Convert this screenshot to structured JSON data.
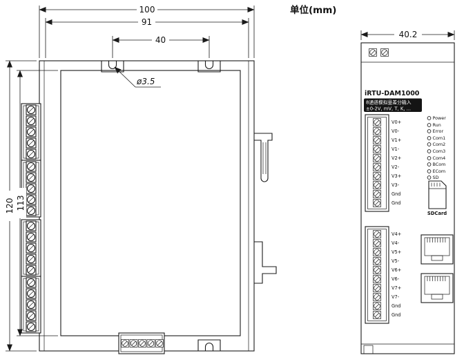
{
  "unit_label": "单位(mm)",
  "dimensions": {
    "overall_width_mm": "100",
    "body_width_mm": "91",
    "slot_spacing_mm": "40",
    "overall_height_mm": "120",
    "body_height_mm": "113",
    "side_width_mm": "40.2",
    "hole_diameter": "ø3.5"
  },
  "device": {
    "model": "iRTU-DAM1000",
    "subtitle": "8通道模拟量差分输入",
    "input_range": "±0-2V, mV, T, K, ...",
    "sd_card_label": "SDCard"
  },
  "terminals_top": [
    "V0+",
    "V0-",
    "V1+",
    "V1-",
    "V2+",
    "V2-",
    "V3+",
    "V3-",
    "Gnd",
    "Gnd"
  ],
  "terminals_bottom": [
    "V4+",
    "V4-",
    "V5+",
    "V5-",
    "V6+",
    "V6-",
    "V7+",
    "V7-",
    "Gnd",
    "Gnd"
  ],
  "leds": [
    "Power",
    "Run",
    "Error",
    "Com1",
    "Com2",
    "Com3",
    "Com4",
    "BCom",
    "ECom",
    "SD"
  ],
  "colors": {
    "line": "#1a1a1a",
    "label_bg": "#141414",
    "label_fg": "#ffffff"
  }
}
